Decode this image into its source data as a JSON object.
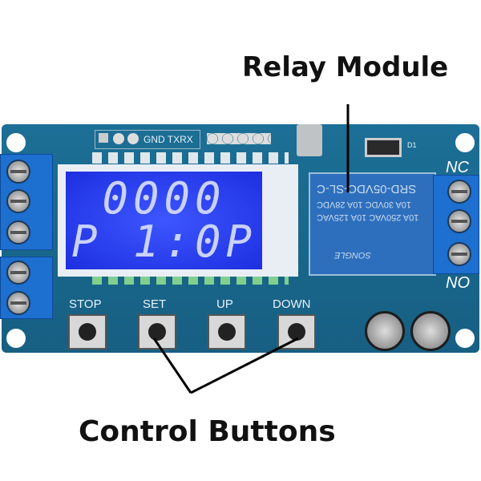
{
  "annotations": {
    "relay_label": "Relay Module",
    "buttons_label": "Control Buttons"
  },
  "board": {
    "header_label": "GND TXRX",
    "diode_label": "D1",
    "lcd": {
      "line1": "0000",
      "line2": "P 1:0P"
    },
    "relay": {
      "model": "SRD-05VDC-SL-C",
      "rating1": "10A 250VAC 10A 125VAC",
      "rating2": "10A 30VDC 10A 28VDC",
      "brand": "SONGLE"
    },
    "terminal_labels": {
      "nc": "NC",
      "no": "NO"
    },
    "buttons": [
      {
        "label": "STOP"
      },
      {
        "label": "SET"
      },
      {
        "label": "UP"
      },
      {
        "label": "DOWN"
      }
    ]
  }
}
